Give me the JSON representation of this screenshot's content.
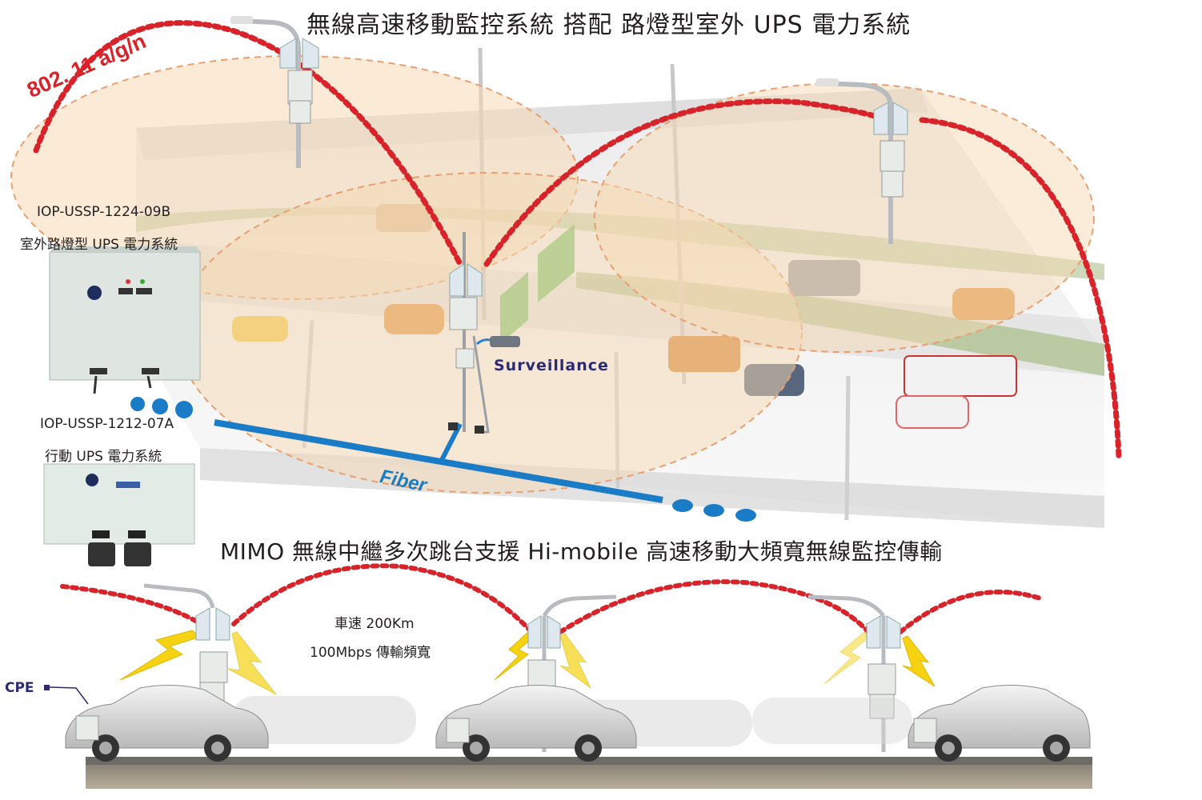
{
  "header": {
    "title": "無線高速移動監控系統 搭配 路燈型室外 UPS 電力系統",
    "wireless_standard": "802. 11 a/g/n"
  },
  "products": [
    {
      "model": "IOP-USSP-1224-09B",
      "description": "室外路燈型 UPS 電力系統"
    },
    {
      "model": "IOP-USSP-1212-07A",
      "description": "行動 UPS 電力系統"
    }
  ],
  "labels": {
    "surveillance": "Surveillance",
    "fiber": "Fiber",
    "cpe": "CPE"
  },
  "mimo": {
    "title": "MIMO 無線中繼多次跳台支援 Hi-mobile 高速移動大頻寬無線監控傳輸",
    "speed": "車速 200Km",
    "bandwidth": "100Mbps 傳輸頻寬"
  },
  "colors": {
    "signal_arc": "#d9232a",
    "coverage_fill": "#f6d9b4",
    "coverage_stroke": "#e8a070",
    "fiber": "#1a7bc6",
    "label_navy": "#2b2a74",
    "lightning": "#f5d312"
  }
}
